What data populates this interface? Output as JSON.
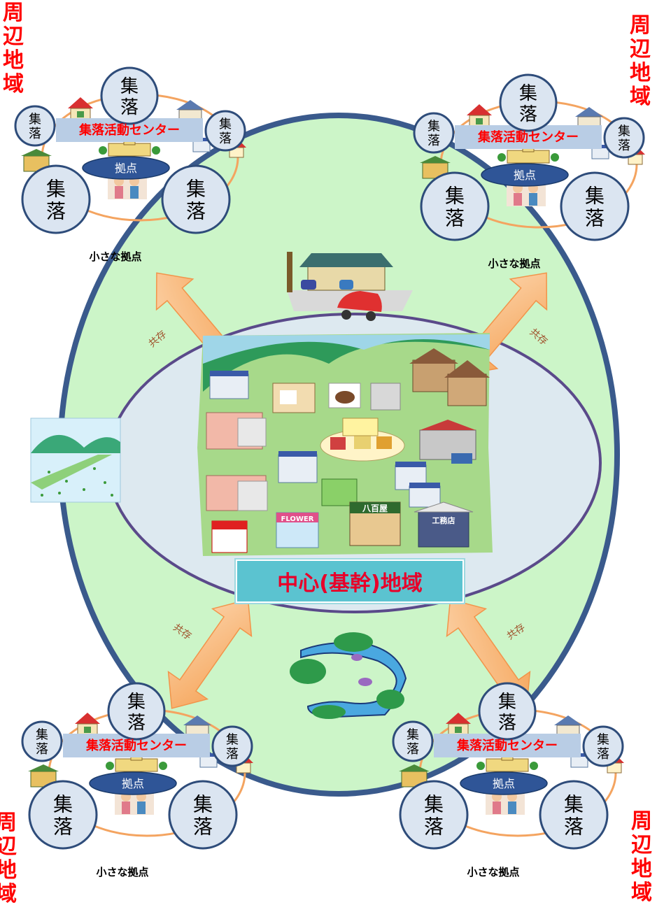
{
  "outer_label": "周辺地域",
  "center_label": "中心(基幹)地域",
  "coexist_label": "共存",
  "cluster": {
    "settlement": "集落",
    "center_name": "集落活動センター",
    "base": "拠点",
    "small_base": "小さな拠点"
  },
  "town_signs": {
    "flower": "FLOWER",
    "greengrocer": "八百屋",
    "lumber": "工務店"
  },
  "colors": {
    "outer_ellipse_fill": "#ccf5c8",
    "outer_ellipse_stroke": "#3a5a8c",
    "inner_ellipse_fill": "#dde9f0",
    "inner_ellipse_stroke": "#5a4a8a",
    "settlement_circle": "#dbe5f1",
    "settlement_stroke": "#2e4c7a",
    "ring": "#f4a460",
    "label_red": "#ff0000",
    "center_box": "#5bc3d0",
    "arrow": "#f9c08a"
  }
}
